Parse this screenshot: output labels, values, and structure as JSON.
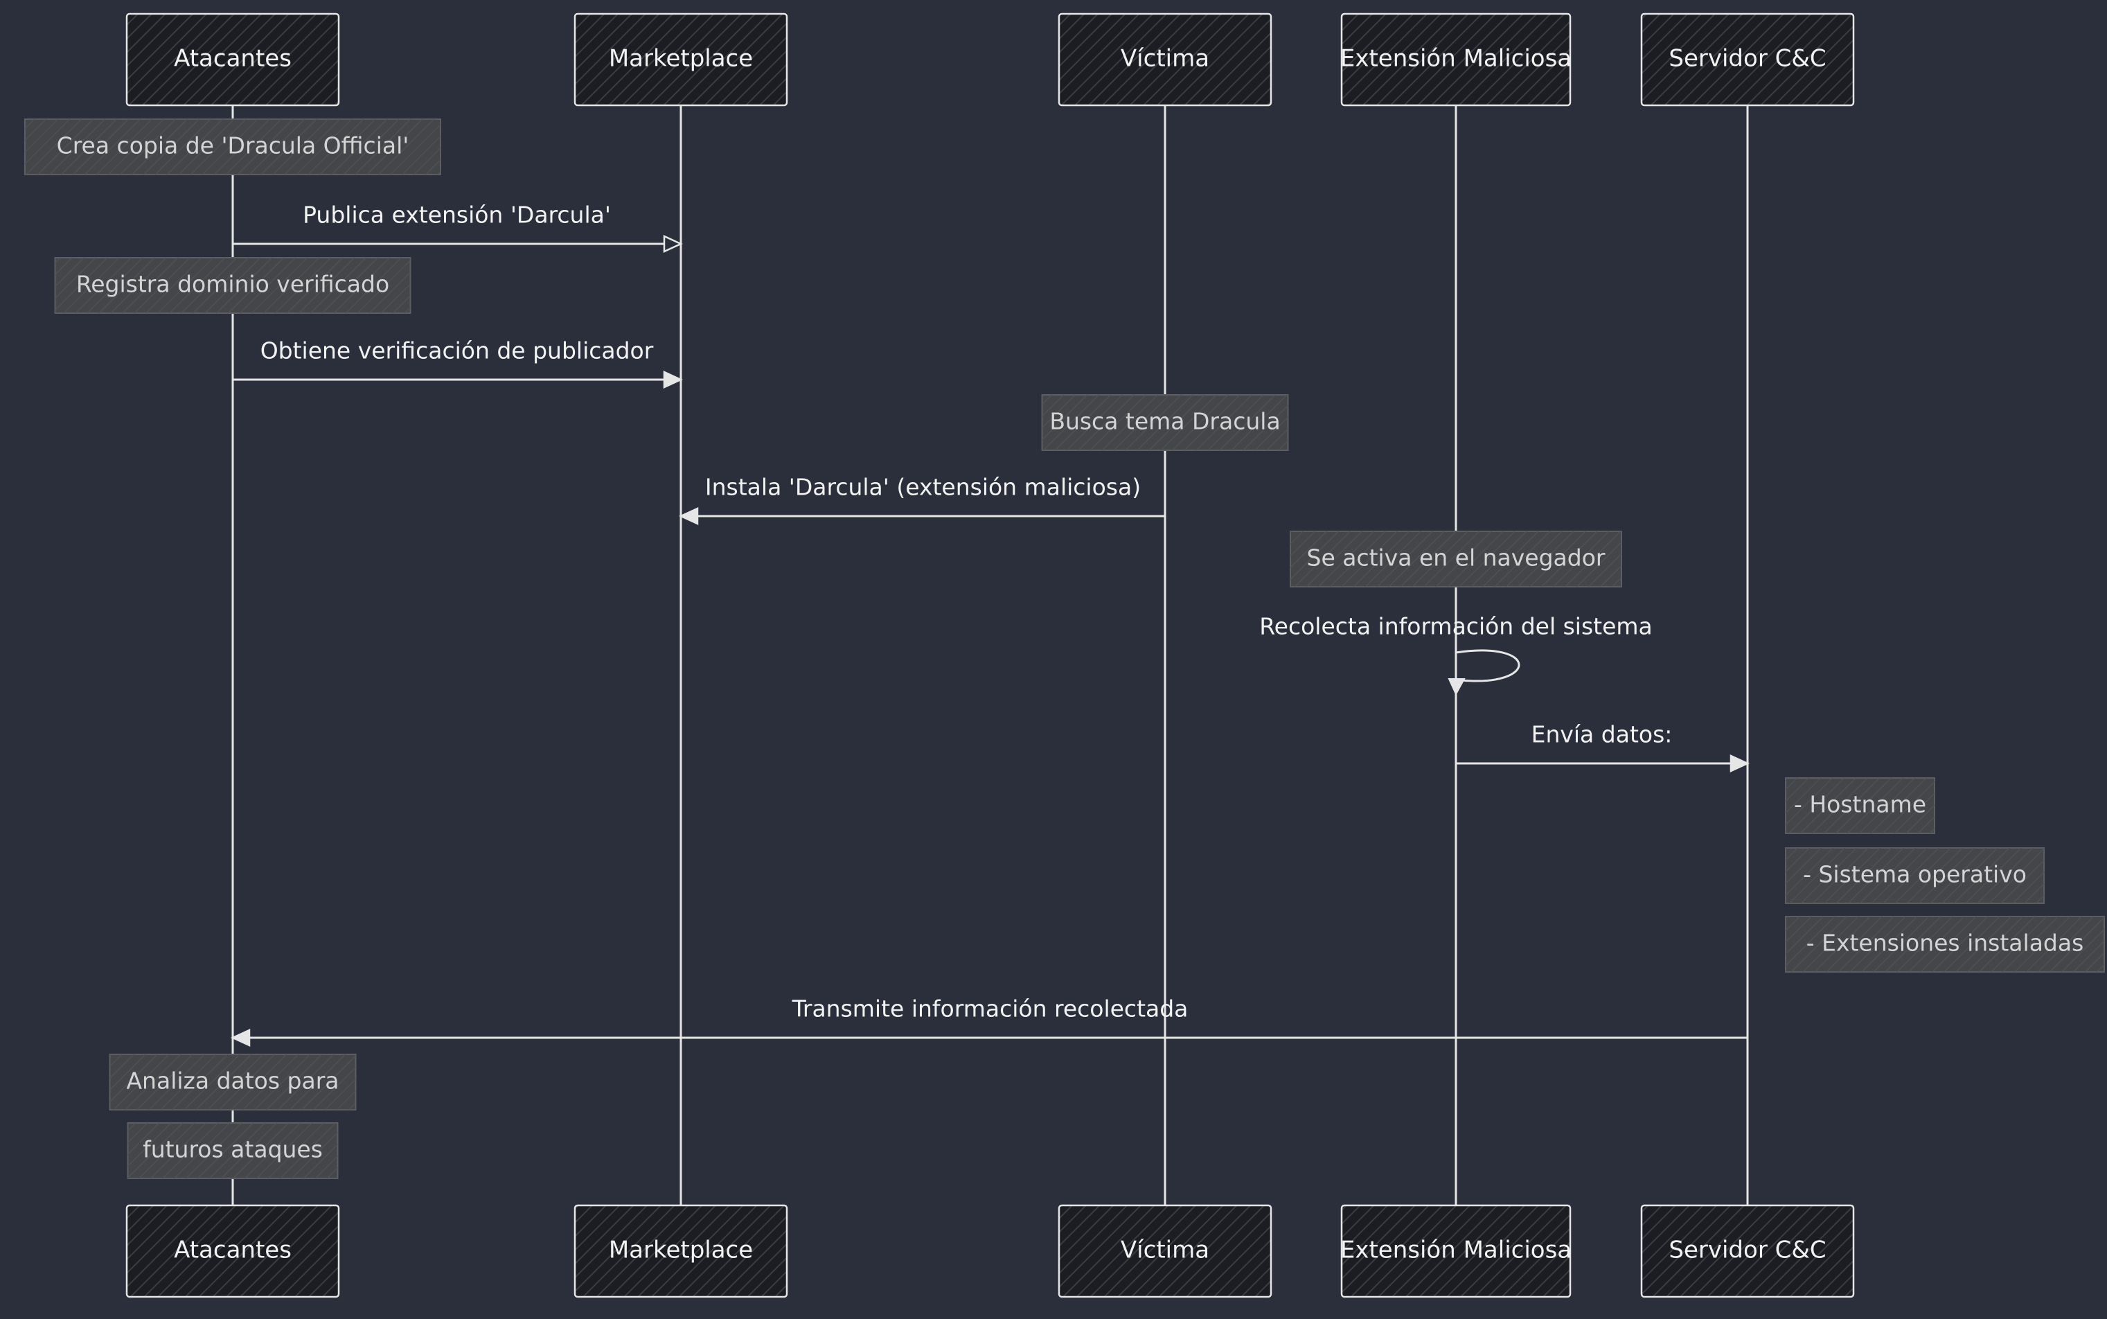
{
  "colors": {
    "background": "#2b2f3b",
    "line": "#e6e6e6",
    "participant_fill": "#1c1d22",
    "note_fill": "#44464a",
    "note_stroke": "#5c5e62",
    "text": "#f2f2f2",
    "note_text": "#d4d4d4"
  },
  "participants": [
    {
      "id": "atacantes",
      "label": "Atacantes"
    },
    {
      "id": "marketplace",
      "label": "Marketplace"
    },
    {
      "id": "victima",
      "label": "Víctima"
    },
    {
      "id": "extension",
      "label": "Extensión Maliciosa"
    },
    {
      "id": "servidor",
      "label": "Servidor C&C"
    }
  ],
  "events": [
    {
      "kind": "note",
      "over": "atacantes",
      "text": "Crea copia de 'Dracula Official'"
    },
    {
      "kind": "message",
      "from": "atacantes",
      "to": "marketplace",
      "text": "Publica extensión 'Darcula'"
    },
    {
      "kind": "note",
      "over": "atacantes",
      "text": "Registra dominio verificado"
    },
    {
      "kind": "message",
      "from": "atacantes",
      "to": "marketplace",
      "text": "Obtiene verificación de publicador"
    },
    {
      "kind": "note",
      "over": "victima",
      "text": "Busca tema Dracula"
    },
    {
      "kind": "message",
      "from": "victima",
      "to": "marketplace",
      "text": "Instala 'Darcula' (extensión maliciosa)"
    },
    {
      "kind": "note",
      "over": "extension",
      "text": "Se activa en el navegador"
    },
    {
      "kind": "self",
      "over": "extension",
      "text": "Recolecta información del sistema"
    },
    {
      "kind": "message",
      "from": "extension",
      "to": "servidor",
      "text": "Envía datos:"
    },
    {
      "kind": "note",
      "right_of": "servidor",
      "text": "- Hostname"
    },
    {
      "kind": "note",
      "right_of": "servidor",
      "text": "- Sistema operativo"
    },
    {
      "kind": "note",
      "right_of": "servidor",
      "text": "- Extensiones instaladas"
    },
    {
      "kind": "message",
      "from": "servidor",
      "to": "atacantes",
      "text": "Transmite información recolectada"
    },
    {
      "kind": "note",
      "over": "atacantes",
      "text": "Analiza datos para"
    },
    {
      "kind": "note",
      "over": "atacantes",
      "text": "futuros ataques"
    }
  ]
}
